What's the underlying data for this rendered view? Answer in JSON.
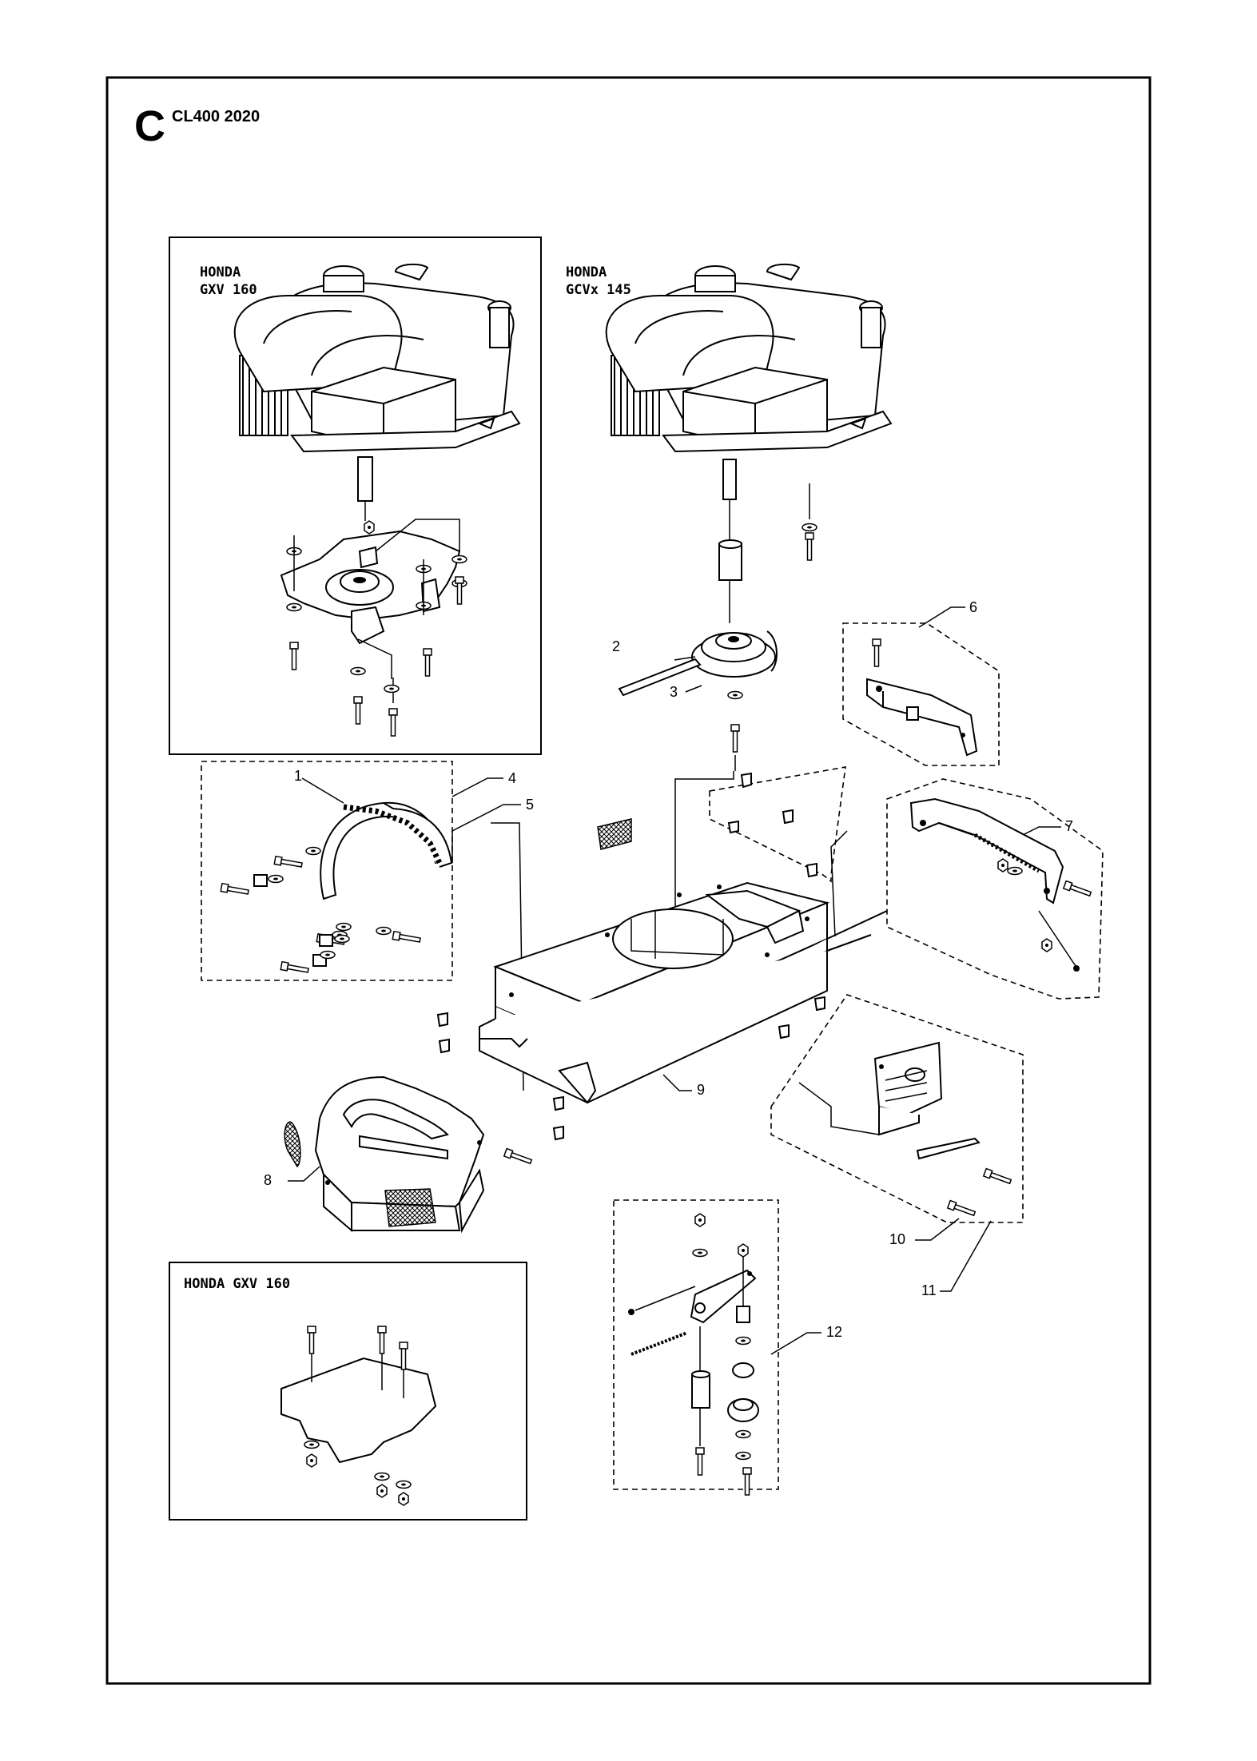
{
  "page": {
    "section_letter": "C",
    "model": "CL400 2020"
  },
  "insets": {
    "top_left": {
      "line1": "HONDA",
      "line2": "GXV  160"
    },
    "bottom_left": {
      "line1": "HONDA  GXV  160"
    }
  },
  "engine_center": {
    "line1": "HONDA",
    "line2": "GCVx  145"
  },
  "callouts": [
    "1",
    "2",
    "3",
    "4",
    "5",
    "6",
    "7",
    "8",
    "9",
    "10",
    "11",
    "12"
  ]
}
